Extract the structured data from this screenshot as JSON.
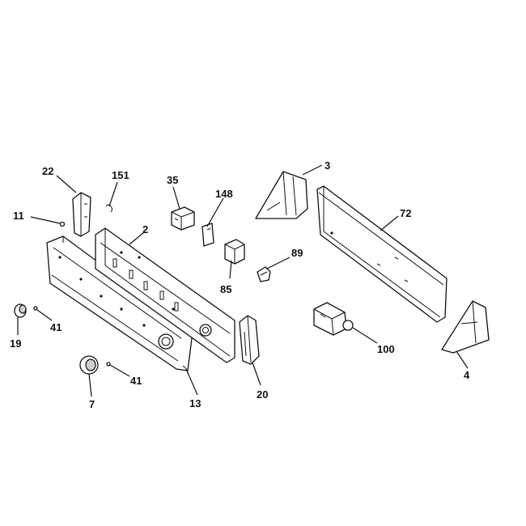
{
  "callouts": {
    "c22": "22",
    "c151": "151",
    "c35": "35",
    "c148": "148",
    "c3": "3",
    "c72": "72",
    "c11": "11",
    "c2": "2",
    "c89": "89",
    "c85": "85",
    "c41a": "41",
    "c19": "19",
    "c100": "100",
    "c4": "4",
    "c41b": "41",
    "c7": "7",
    "c13": "13",
    "c20": "20"
  }
}
